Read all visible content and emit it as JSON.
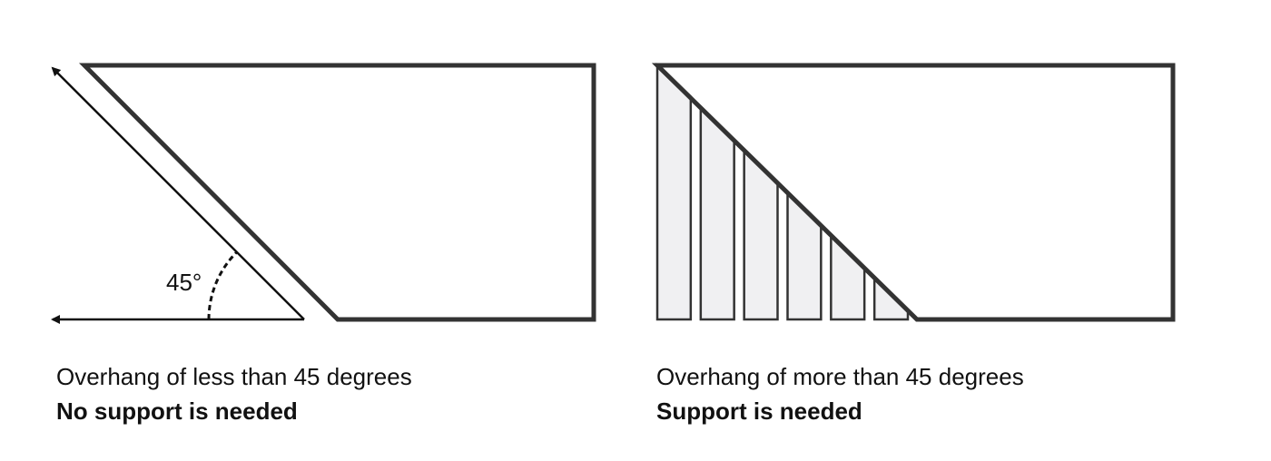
{
  "left_panel": {
    "angle_label": "45°",
    "caption_line1": "Overhang of less than 45 degrees",
    "caption_line2": "No support is needed"
  },
  "right_panel": {
    "caption_line1": "Overhang of more than 45 degrees",
    "caption_line2": "Support is needed",
    "support_count": 6
  },
  "colors": {
    "outline": "#333333",
    "support_fill": "#f0f0f2",
    "arrow": "#111111"
  }
}
